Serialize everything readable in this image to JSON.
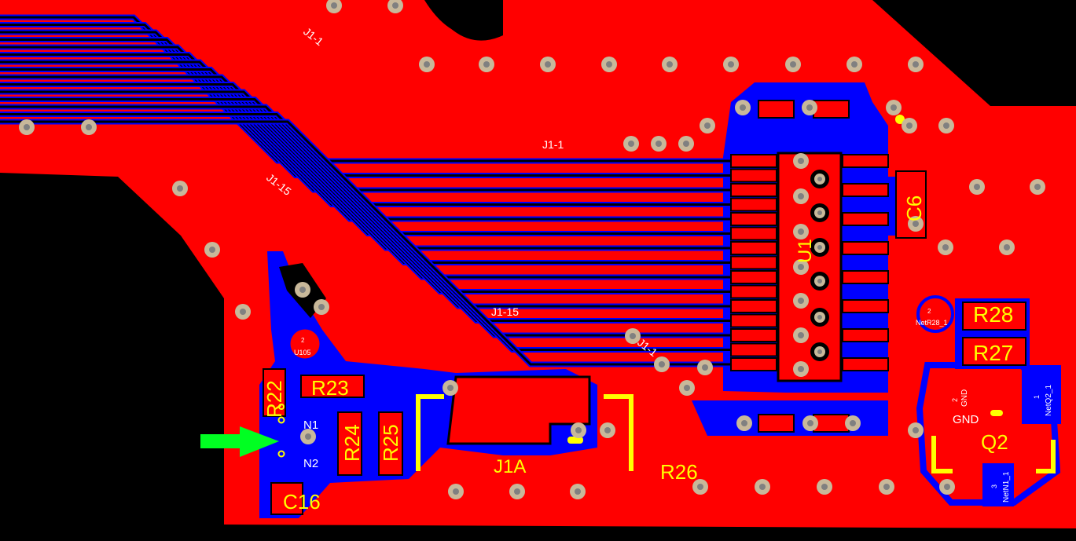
{
  "colors": {
    "background": "#000000",
    "top_copper": "#ff0000",
    "bottom_copper": "#0000ff",
    "silkscreen": "#ffff00",
    "net_text": "#ffffff",
    "via": "#c8b89a",
    "marker": "#00ff22"
  },
  "trace_labels": {
    "j1_1_diagonal": "J1-1",
    "j1_1_horizontal": "J1-1",
    "j1_15_diagonal": "J1-15",
    "j1_15_horizontal": "J1-15",
    "j1_1_partial": "J1-1"
  },
  "components": {
    "u1": "U1",
    "c6": "C6",
    "r22": "R22",
    "r23": "R23",
    "r24": "R24",
    "r25": "R25",
    "r26": "R26",
    "r27": "R27",
    "r28": "R28",
    "c16": "C16",
    "j1a": "J1A",
    "q2": "Q2",
    "n1": "N1",
    "n2": "N2"
  },
  "nets": {
    "gnd_big": "GND",
    "q2_pin2_num": "2",
    "q2_pin2_net": "GND",
    "q2_pin1_num": "1",
    "q2_pin1_net": "NetQ2_1",
    "q2_pin3_num": "3",
    "q2_pin3_net": "NetN1_1",
    "r28_pad_net": "NetR28_1",
    "r28_pad_num": "2",
    "via_num": "2",
    "via_net": "U105"
  },
  "pointer": {
    "name": "green-arrow-marker"
  }
}
